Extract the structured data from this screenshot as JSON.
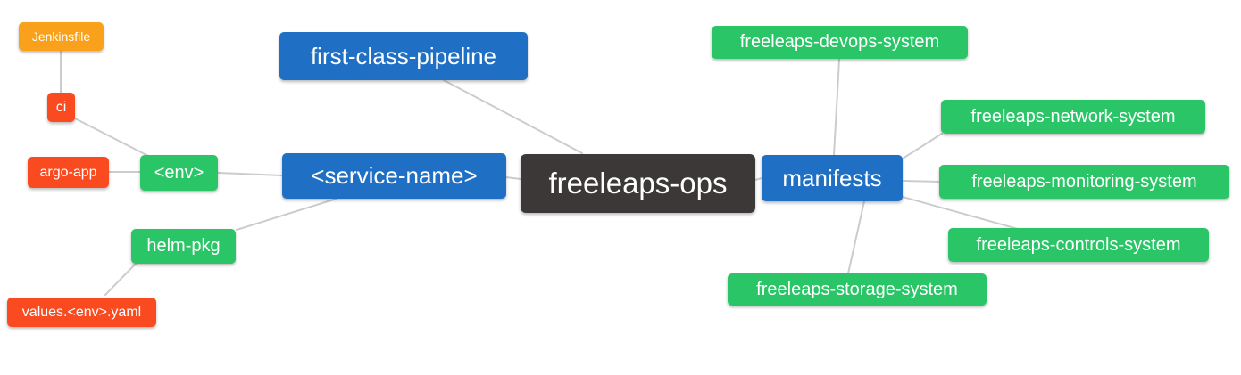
{
  "app": {
    "type": "mindmap-diagram",
    "root_label": "freeleaps-ops"
  },
  "palette": {
    "canvas-bg": "#ffffff",
    "node-text": "#ffffff",
    "edge-line": "#cccccc",
    "depth0-bg": "#3b3837",
    "depth1-bg": "#1f70c4",
    "depth2-bg": "#29c566",
    "depth3-bg": "#fa4a1f",
    "depth4-bg": "#f9a11b"
  },
  "nodes": [
    {
      "id": "freeleaps-ops",
      "label": "freeleaps-ops",
      "depth": 0
    },
    {
      "id": "first-class-pipeline",
      "label": "first-class-pipeline",
      "depth": 1
    },
    {
      "id": "service-name",
      "label": "<service-name>",
      "depth": 1
    },
    {
      "id": "manifests",
      "label": "manifests",
      "depth": 1
    },
    {
      "id": "env",
      "label": "<env>",
      "depth": 2
    },
    {
      "id": "helm-pkg",
      "label": "helm-pkg",
      "depth": 2
    },
    {
      "id": "freeleaps-devops-system",
      "label": "freeleaps-devops-system",
      "depth": 2
    },
    {
      "id": "freeleaps-network-system",
      "label": "freeleaps-network-system",
      "depth": 2
    },
    {
      "id": "freeleaps-monitoring-system",
      "label": "freeleaps-monitoring-system",
      "depth": 2
    },
    {
      "id": "freeleaps-controls-system",
      "label": "freeleaps-controls-system",
      "depth": 2
    },
    {
      "id": "freeleaps-storage-system",
      "label": "freeleaps-storage-system",
      "depth": 2
    },
    {
      "id": "ci",
      "label": "ci",
      "depth": 3
    },
    {
      "id": "argo-app",
      "label": "argo-app",
      "depth": 3
    },
    {
      "id": "values-env-yaml",
      "label": "values.<env>.yaml",
      "depth": 3
    },
    {
      "id": "jenkinsfile",
      "label": "Jenkinsfile",
      "depth": 4
    }
  ],
  "edges": [
    {
      "from": "freeleaps-ops",
      "to": "first-class-pipeline"
    },
    {
      "from": "freeleaps-ops",
      "to": "service-name"
    },
    {
      "from": "freeleaps-ops",
      "to": "manifests"
    },
    {
      "from": "service-name",
      "to": "env"
    },
    {
      "from": "service-name",
      "to": "helm-pkg"
    },
    {
      "from": "env",
      "to": "ci"
    },
    {
      "from": "env",
      "to": "argo-app"
    },
    {
      "from": "ci",
      "to": "jenkinsfile"
    },
    {
      "from": "helm-pkg",
      "to": "values-env-yaml"
    },
    {
      "from": "manifests",
      "to": "freeleaps-devops-system"
    },
    {
      "from": "manifests",
      "to": "freeleaps-network-system"
    },
    {
      "from": "manifests",
      "to": "freeleaps-monitoring-system"
    },
    {
      "from": "manifests",
      "to": "freeleaps-controls-system"
    },
    {
      "from": "manifests",
      "to": "freeleaps-storage-system"
    }
  ]
}
